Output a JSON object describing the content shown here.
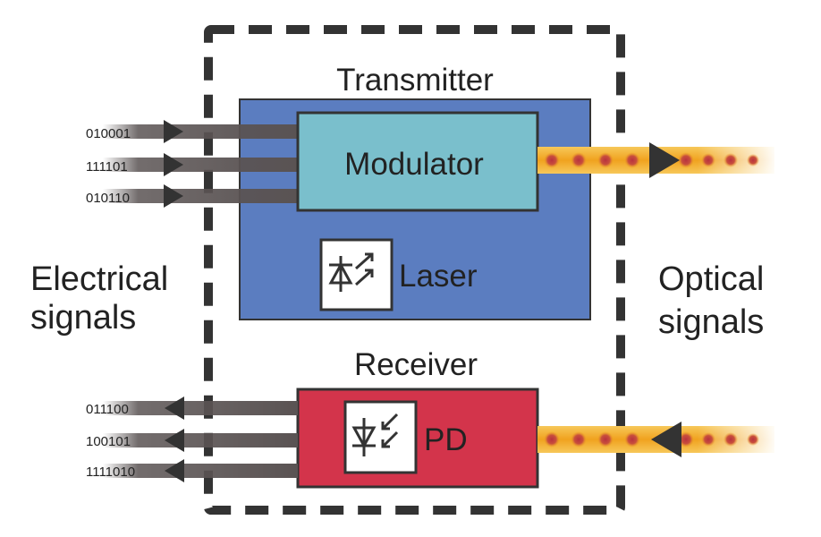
{
  "labels": {
    "transmitter": "Transmitter",
    "receiver": "Receiver",
    "modulator": "Modulator",
    "laser": "Laser",
    "pd": "PD",
    "electrical_line1": "Electrical",
    "electrical_line2": "signals",
    "optical_line1": "Optical",
    "optical_line2": "signals"
  },
  "input_bits": [
    "010001",
    "111101",
    "010110"
  ],
  "output_bits": [
    "011100",
    "100101",
    "1111010"
  ],
  "colors": {
    "transmitter_fill": "#5B7DC0",
    "modulator_fill": "#7ABFCC",
    "receiver_fill": "#D3344B",
    "wire": "#5A5353",
    "optical_beam": "#F0A21E",
    "optical_dot": "#B8323F",
    "outline": "#333333"
  },
  "icons": {
    "laser": "laser-diode-icon",
    "pd": "photodiode-icon"
  }
}
